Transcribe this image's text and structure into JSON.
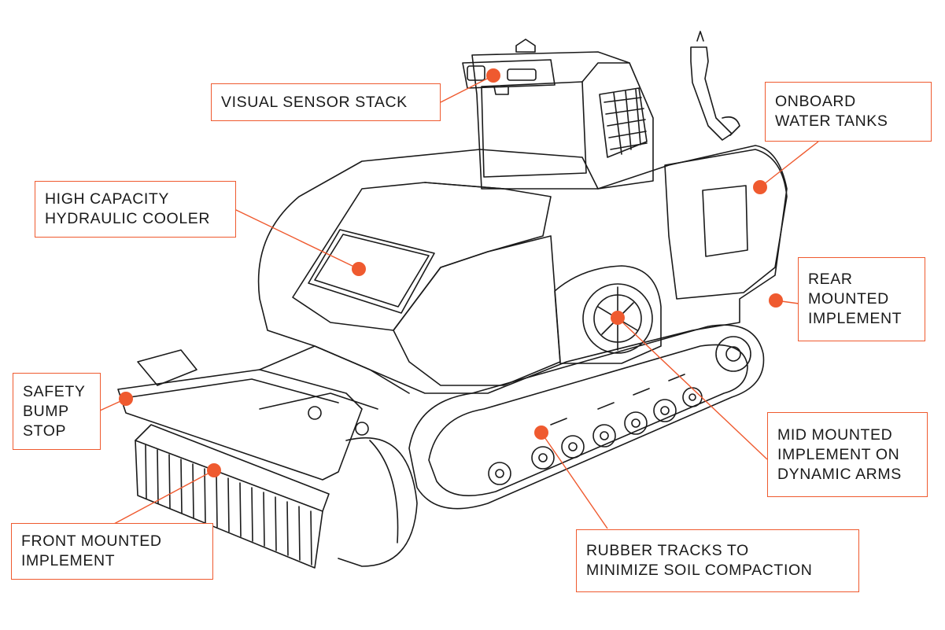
{
  "accent_color": "#ef5a2f",
  "line_color": "#1a1a1a",
  "callouts": {
    "visual_sensor": [
      "VISUAL SENSOR STACK"
    ],
    "water_tanks": [
      "ONBOARD",
      "WATER TANKS"
    ],
    "hydraulic_cooler": [
      "HIGH CAPACITY",
      "HYDRAULIC COOLER"
    ],
    "rear_implement": [
      "REAR",
      "MOUNTED",
      "IMPLEMENT"
    ],
    "bump_stop": [
      "SAFETY",
      "BUMP",
      "STOP"
    ],
    "mid_implement": [
      "MID MOUNTED",
      "IMPLEMENT ON",
      "DYNAMIC ARMS"
    ],
    "front_implement": [
      "FRONT MOUNTED",
      "IMPLEMENT"
    ],
    "rubber_tracks": [
      "RUBBER TRACKS TO",
      "MINIMIZE SOIL COMPACTION"
    ]
  }
}
